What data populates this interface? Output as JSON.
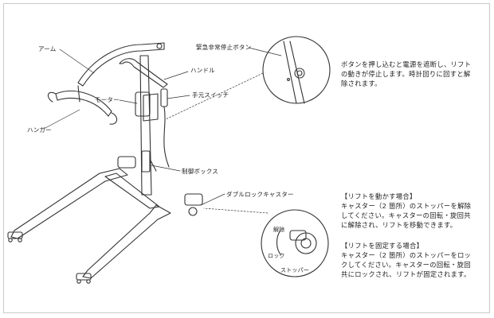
{
  "labels": {
    "arm": "アーム",
    "emergency_stop": "緊急非常停止ボタン",
    "handle": "ハンドル",
    "motor": "モーター",
    "hand_switch": "手元スイッチ",
    "hanger": "ハンガー",
    "control_box": "制御ボックス",
    "double_lock_caster": "ダブルロックキャスター",
    "release": "解除",
    "lock": "ロック",
    "stopper": "ストッパー"
  },
  "notes": {
    "emergency": "ボタンを押し込むと電源を遮断し、リフト\nの動きが停止します。時計回りに回すと解\n除されます。",
    "move_title": "【リフトを動かす場合】",
    "move_body": "キャスター（2 箇所）のストッパーを解除\nしてください。キャスターの回転・旋回共\nに解除され、リフトを移動できます。",
    "fix_title": "【リフトを固定する場合】",
    "fix_body": "キャスター（2 箇所）のストッパーをロッ\nクしてください。キャスターの回転・旋回\n共にロックされ、リフトが固定されます。"
  }
}
